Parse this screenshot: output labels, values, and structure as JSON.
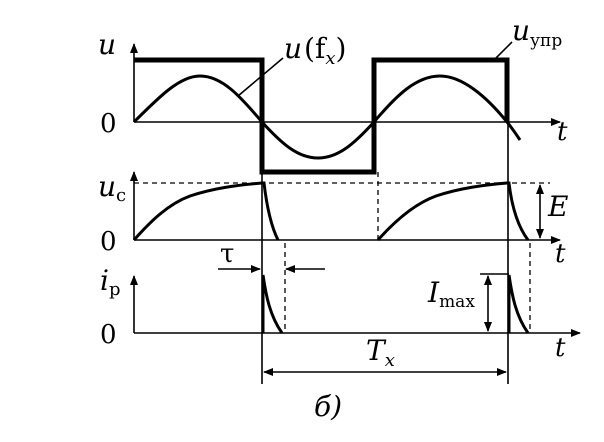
{
  "labels": {
    "u": "u",
    "zero": "0",
    "t": "t",
    "u_fx": "u",
    "u_fx_paren": "(f",
    "u_fx_sub": "x",
    "u_fx_close": ")",
    "u_upr": "u",
    "u_upr_sub": "упр",
    "uc": "u",
    "uc_sub": "c",
    "E": "E",
    "tau": "τ",
    "ip": "i",
    "ip_sub": "p",
    "Imax": "I",
    "Imax_sub": "max",
    "Tx": "T",
    "Tx_sub": "x",
    "caption": "б)"
  }
}
